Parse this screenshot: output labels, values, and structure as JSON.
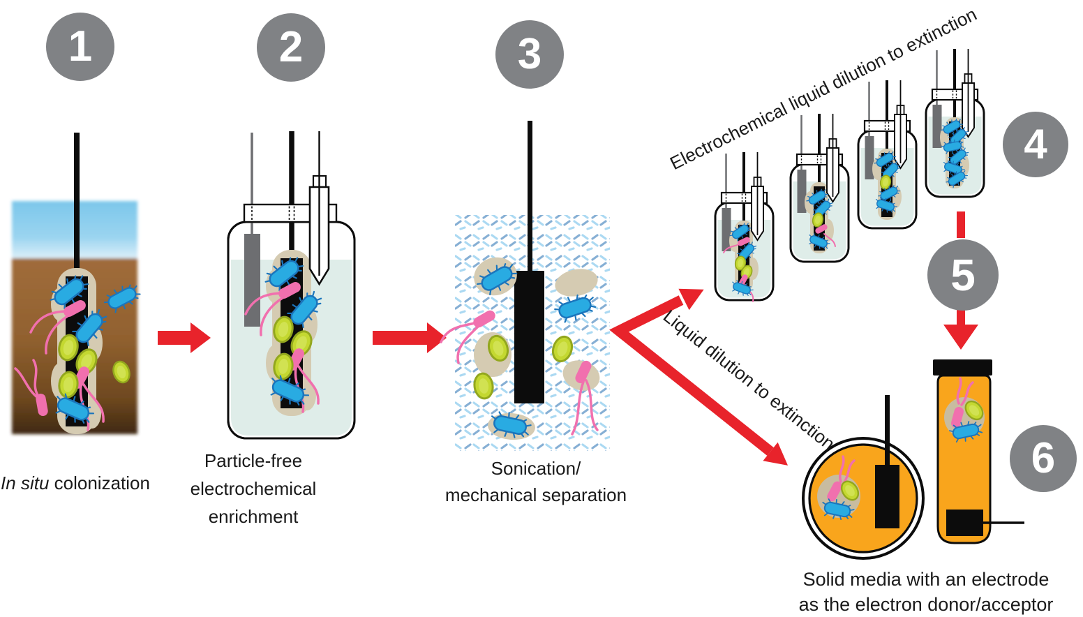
{
  "steps": [
    {
      "number": "1",
      "label_italic": "In situ",
      "label_rest": " colonization"
    },
    {
      "number": "2",
      "lines": [
        "Particle-free",
        "electrochemical",
        "enrichment"
      ]
    },
    {
      "number": "3",
      "lines": [
        "Sonication/",
        "mechanical separation"
      ]
    },
    {
      "number": "4"
    },
    {
      "number": "5"
    },
    {
      "number": "6",
      "lines": [
        "Solid media with an electrode",
        "as the electron donor/acceptor"
      ]
    }
  ],
  "annotations": {
    "electrochemical_dilution": "Electrochemical liquid dilution to extinction",
    "liquid_dilution": [
      "Liquid dilution",
      "to extinction"
    ]
  },
  "icons": {
    "step-marker": "gray-numbered-circle",
    "flow-arrow": "red-arrow",
    "working-electrode": "black-rod-electrode",
    "counter-electrode": "gray-rod-electrode",
    "reference-electrode": "glass-probe",
    "biofilm": "tan-blob",
    "bacterium-blue": "blue-rod-with-pili",
    "bacterium-pink": "pink-rod-with-flagella",
    "microbe-green": "green-oval-cell",
    "sonication-field": "blue-dash-pattern"
  },
  "colors": {
    "arrow_red": "#E8232B",
    "step_circle_gray": "#808285",
    "electrode_black": "#0C0C0C",
    "counter_gray": "#6D6E71",
    "water_blue": "#7CC7EA",
    "soil_brown": "#93653A",
    "jar_liquid": "#DFEDE9",
    "biofilm_tan": "#D5CBB2",
    "colony_tan": "#C8BCA0",
    "bacteria_blue": "#29ABE2",
    "bacteria_blue_outline": "#1B75BC",
    "bacteria_pink": "#F170AE",
    "microbe_green": "#C4D831",
    "microbe_green_outline": "#93A71E",
    "media_orange": "#F9A51C",
    "sonic_light": "#ABD9F2",
    "sonic_dark": "#86AFD4",
    "text": "#1A1A1A"
  }
}
